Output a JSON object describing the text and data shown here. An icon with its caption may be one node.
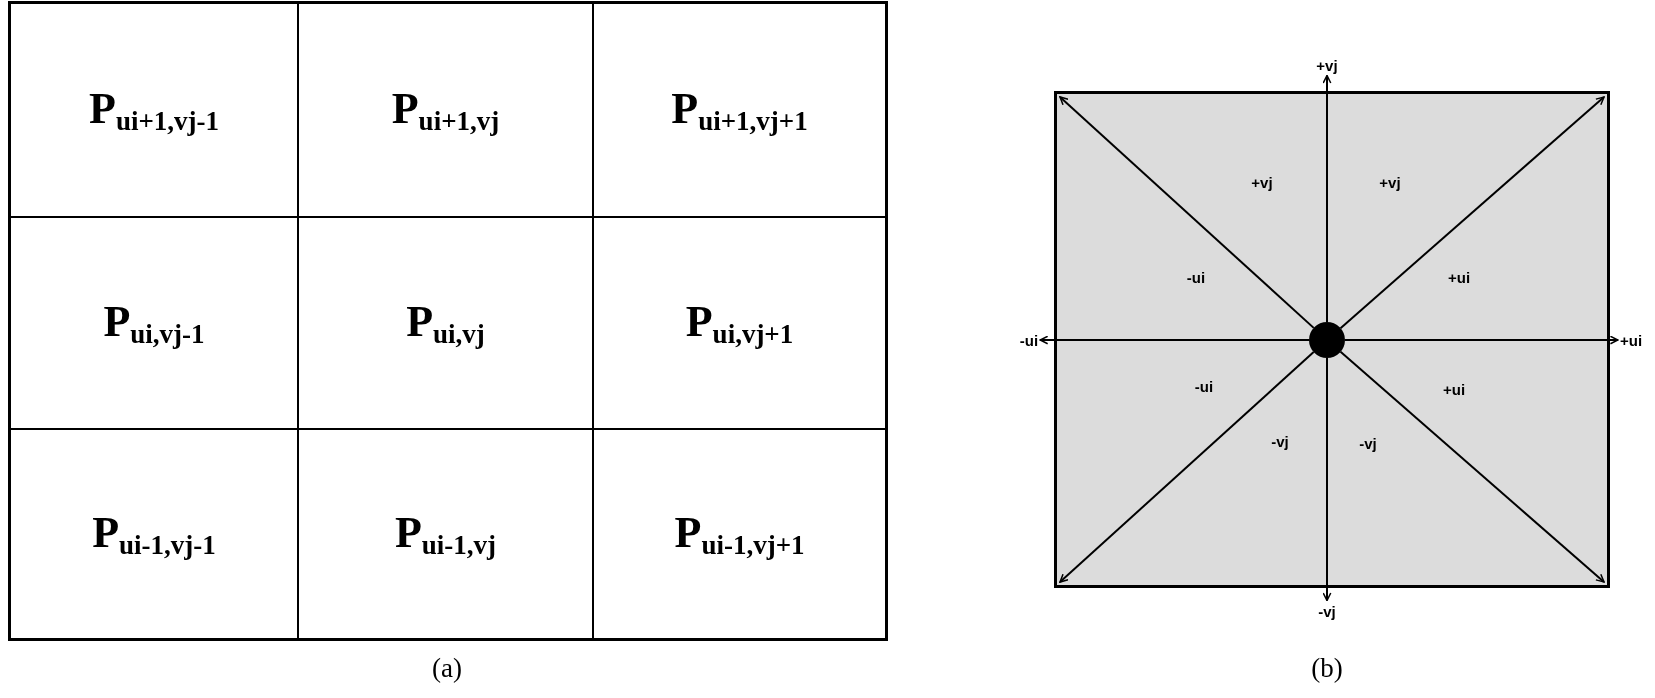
{
  "diagram": {
    "nodes": [
      {
        "text": [
          "P$_{ui+1,vj-1}$"
        ]
      },
      {
        "text": [
          "P$_{ui+1,vj}$"
        ]
      },
      {
        "text": [
          "P$_{ui+1,vj+1}$"
        ]
      },
      {
        "text": [
          "P$_{ui,vj-1}$"
        ]
      },
      {
        "text": [
          "P$_{ui,vj}$"
        ]
      },
      {
        "text": [
          "P$_{ui,vj+1}$"
        ]
      },
      {
        "text": [
          "P$_{ui-1,vj-1}$"
        ]
      },
      {
        "text": [
          "P$_{ui-1,vj}$"
        ]
      },
      {
        "text": [
          "P$_{ui-1,vj+1}$"
        ]
      },
      {
        "text": [],
        "shape": "box"
      },
      {
        "text": [],
        "shape": "circle",
        "in": 9
      },
      {
        "text": [
          "+vj"
        ]
      },
      {
        "text": [
          "-ui"
        ]
      },
      {
        "text": [
          "+ui"
        ]
      },
      {
        "text": [
          "-vj"
        ]
      }
    ],
    "edges": [
      {
        "from": 10,
        "to": null,
        "arrow": "to"
      },
      {
        "from": 10,
        "to": 11,
        "arrow": "to"
      },
      {
        "from": 10,
        "to": null,
        "arrow": "to"
      },
      {
        "from": 10,
        "to": 12,
        "arrow": "to"
      },
      {
        "from": 10,
        "to": 13,
        "arrow": "to"
      },
      {
        "from": 10,
        "to": null,
        "arrow": "to"
      },
      {
        "from": 10,
        "to": 14,
        "arrow": "to"
      },
      {
        "from": 10,
        "to": null,
        "arrow": "to"
      }
    ],
    "labels": [
      "+vj",
      "+vj",
      "-ui",
      "+ui",
      "-ui",
      "+ui",
      "-vj",
      "-vj",
      "(a)",
      "(b)"
    ]
  }
}
